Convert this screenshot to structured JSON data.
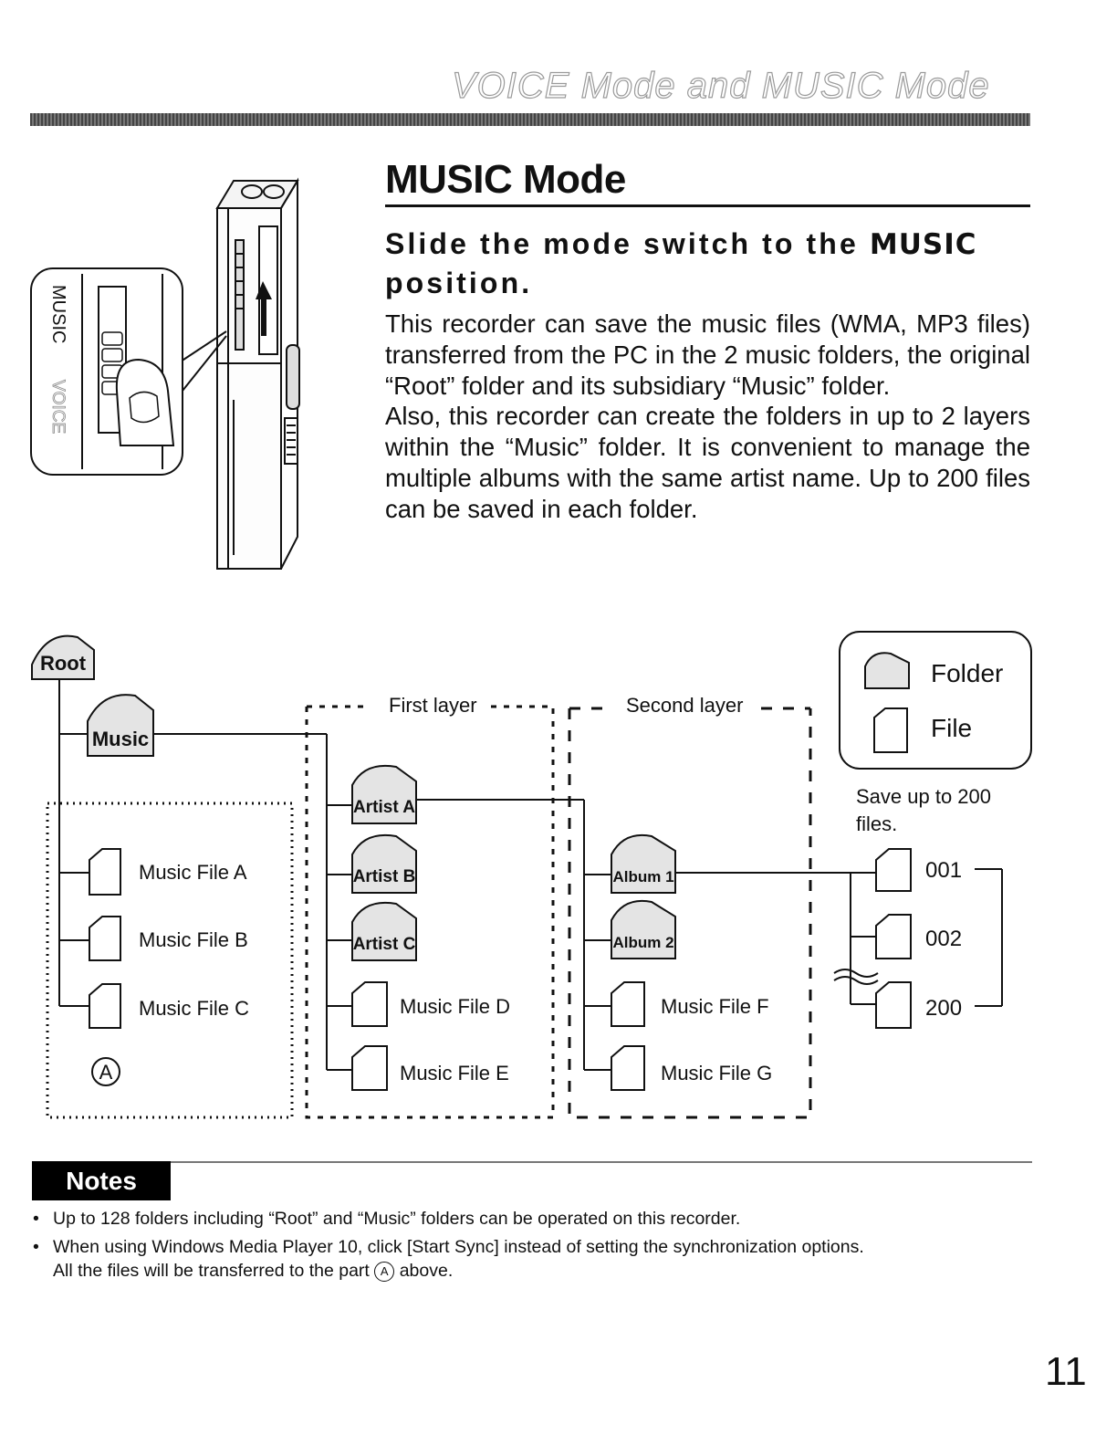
{
  "header": {
    "running_title": "VOICE Mode and MUSIC Mode"
  },
  "section": {
    "title": "MUSIC Mode",
    "instruction_prefix": "Slide the mode switch to the",
    "instruction_strong": "MUSIC",
    "instruction_suffix": "position.",
    "paragraphs": [
      "This recorder can save the music files (WMA, MP3 files) transferred from the PC in the 2 music folders, the original “Root” folder and its subsidiary “Music” folder.",
      "Also, this recorder can create the folders in up to 2 layers within the “Music” folder. It is convenient to manage the multiple albums with the same artist name. Up to 200 files can be saved in each folder."
    ]
  },
  "device": {
    "switch_label_music": "MUSIC",
    "switch_label_voice": "VOICE"
  },
  "diagram": {
    "root_folder": "Root",
    "music_folder": "Music",
    "first_layer_label": "First layer",
    "second_layer_label": "Second layer",
    "root_files": [
      "Music File A",
      "Music File B",
      "Music File C"
    ],
    "area_marker": "A",
    "artists": [
      "Artist A",
      "Artist B",
      "Artist C"
    ],
    "first_layer_files": [
      "Music File D",
      "Music File E"
    ],
    "albums": [
      "Album 1",
      "Album 2"
    ],
    "second_layer_files": [
      "Music File F",
      "Music File G"
    ],
    "save_note": "Save up to 200 files.",
    "numbered_files": [
      "001",
      "002",
      "200"
    ]
  },
  "legend": {
    "folder_label": "Folder",
    "file_label": "File"
  },
  "notes": {
    "heading": "Notes",
    "items": [
      "Up to 128 folders including “Root” and “Music” folders can be operated on this recorder.",
      "When using Windows Media Player 10, click [Start Sync] instead of setting the synchronization options."
    ],
    "item2_line2_prefix": "All the files will be transferred to the part",
    "item2_marker": "A",
    "item2_line2_suffix": "above."
  },
  "page_number": "11"
}
